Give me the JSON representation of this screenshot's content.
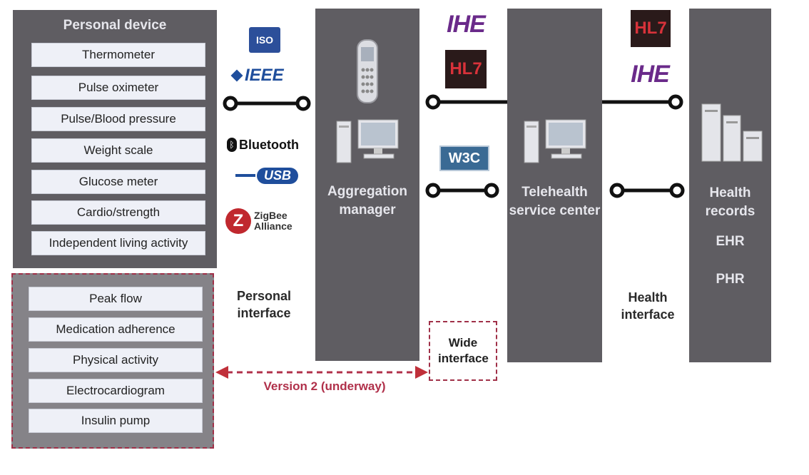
{
  "personal_device": {
    "title": "Personal device",
    "devices": [
      "Thermometer",
      "Pulse oximeter",
      "Pulse/Blood pressure",
      "Weight scale",
      "Glucose meter",
      "Cardio/strength",
      "Independent living activity"
    ],
    "version2_devices": [
      "Peak flow",
      "Medication adherence",
      "Physical activity",
      "Electrocardiogram",
      "Insulin pump"
    ]
  },
  "personal_interface": {
    "label": "Personal interface",
    "logos": [
      "ISO",
      "IEEE",
      "Bluetooth",
      "USB",
      "ZigBee",
      "Alliance"
    ]
  },
  "aggregation": {
    "title": "Aggregation manager"
  },
  "wide_interface": {
    "label": "Wide interface",
    "logos": [
      "IHE",
      "HL7",
      "W3C"
    ]
  },
  "telehealth": {
    "title": "Telehealth service center"
  },
  "health_interface": {
    "label": "Health interface",
    "logos": [
      "HL7",
      "IHE"
    ]
  },
  "health_records": {
    "title": "Health records",
    "ehr": "EHR",
    "phr": "PHR"
  },
  "version2": {
    "label": "Version 2 (underway)"
  },
  "colors": {
    "column": "#5f5d62",
    "v2_panel": "#858388",
    "device_box": "#eef0f7",
    "dash": "#a03048",
    "ihe": "#6a2a8a",
    "hl7_red": "#b8242a",
    "ieee_blue": "#1f4e9c",
    "w3c_blue": "#2a5a8a"
  }
}
